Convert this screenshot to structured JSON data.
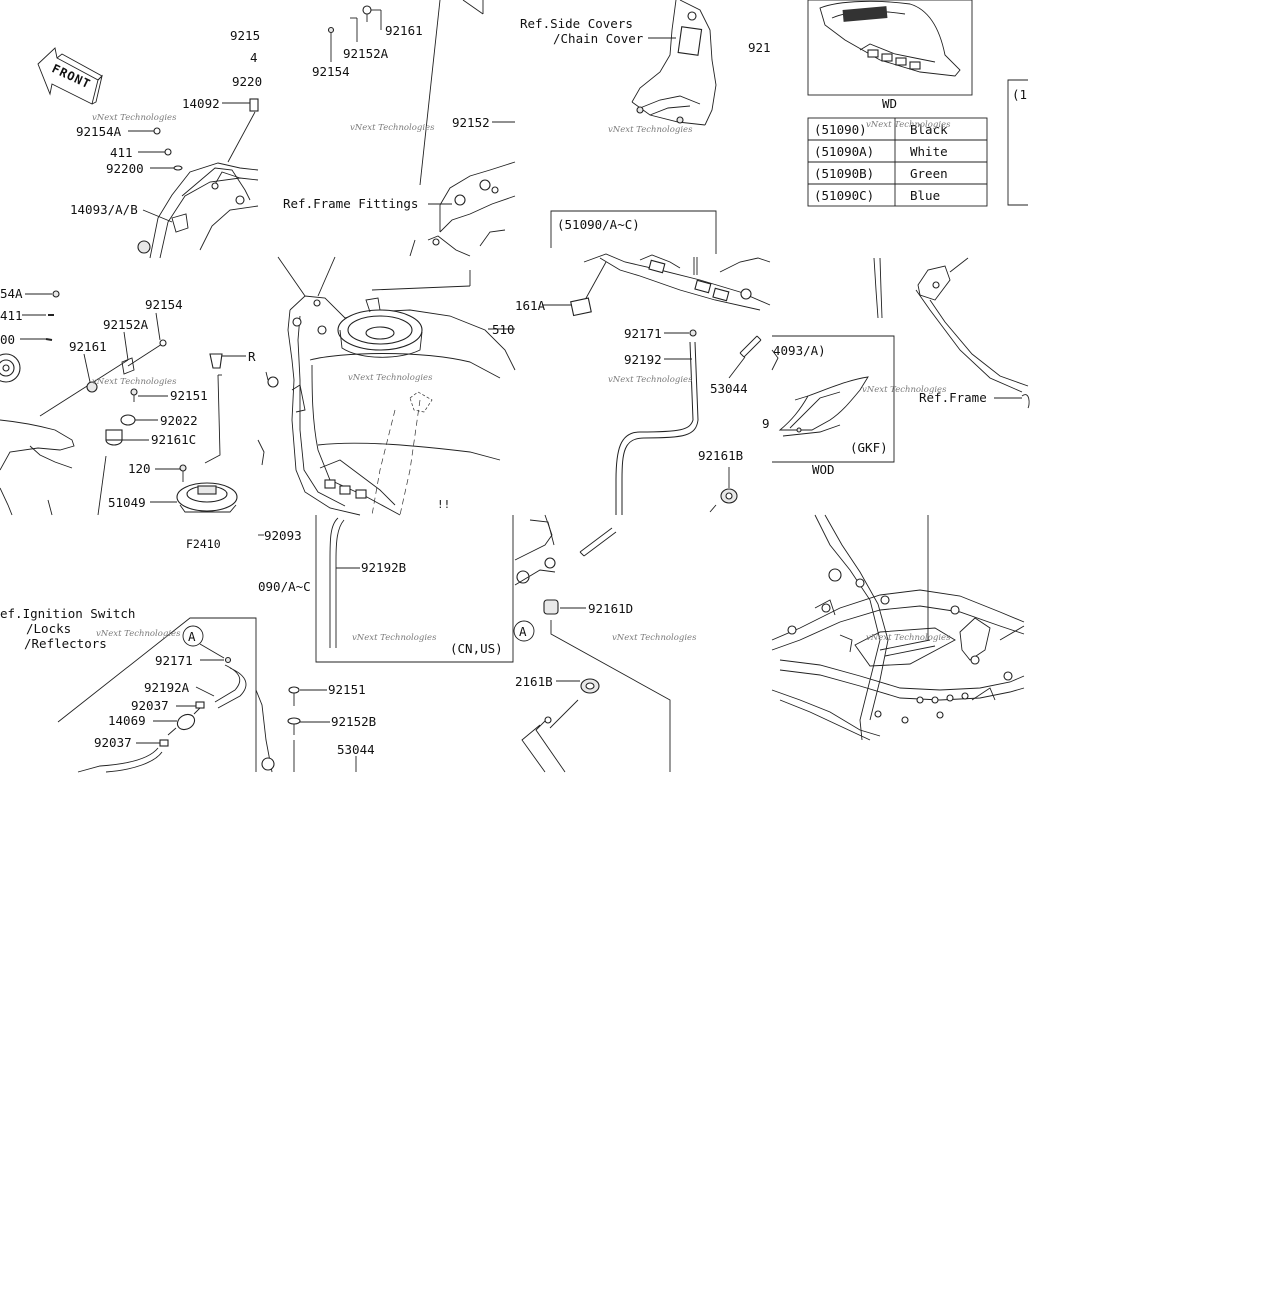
{
  "labels": {
    "n92154a_top": "92154A",
    "n411_top": "411",
    "n92200_top": "92200",
    "n14092": "14092",
    "n14093ab": "14093/A/B",
    "n9215_cut": "9215",
    "n4_cut": "4",
    "n9220_cut": "9220",
    "n92161_top": "92161",
    "n92152a_top": "92152A",
    "n92154_top": "92154",
    "n92152_mid": "92152",
    "ref_frame_fittings": "Ref.Frame Fittings",
    "ref_side_covers": "Ref.Side Covers",
    "chain_cover": "/Chain Cover",
    "n921_cut": "921",
    "wd": "WD",
    "n1_cut": "(1",
    "n54a_cut": "54A",
    "n411_left": "411",
    "n00_cut": "00",
    "n92161_left": "92161",
    "n92152a_left": "92152A",
    "n92154_left": "92154",
    "n92151_left": "92151",
    "n92022": "92022",
    "n92161c": "92161C",
    "n120": "120",
    "n51049": "51049",
    "f2410": "F2410",
    "r_cut": "R",
    "n510_cut": "510",
    "n92093": "92093",
    "n090ac_cut": "090/A~C",
    "n92192b": "92192B",
    "cn_us": "(CN,US)",
    "n51090ac": "(51090/A~C)",
    "n161a_cut": "161A",
    "n92171_mid": "92171",
    "n92192_mid": "92192",
    "n53044_mid": "53044",
    "n4093a_cut": "4093/A)",
    "gkf": "(GKF)",
    "wod": "WOD",
    "n9_cut": "9",
    "n92161b_mid": "92161B",
    "ref_frame": "Ref.Frame",
    "n92161d": "92161D",
    "n2161b_cut": "2161B",
    "ref_ignition": "ef.Ignition Switch",
    "locks": "/Locks",
    "reflectors": "/Reflectors",
    "n92171_bl": "92171",
    "n92192a": "92192A",
    "n92037_a": "92037",
    "n14069": "14069",
    "n92037_b": "92037",
    "n92151_bot": "92151",
    "n92152b": "92152B",
    "n53044_bot": "53044",
    "circle_a": "A",
    "watermark": "vNext Technologies"
  },
  "color_table": {
    "rows": [
      {
        "code": "(51090)",
        "color": "Black"
      },
      {
        "code": "(51090A)",
        "color": "White"
      },
      {
        "code": "(51090B)",
        "color": "Green"
      },
      {
        "code": "(51090C)",
        "color": "Blue"
      }
    ]
  },
  "colors": {
    "line": "#222222",
    "background": "#ffffff",
    "watermark": "#7a7a7a"
  }
}
